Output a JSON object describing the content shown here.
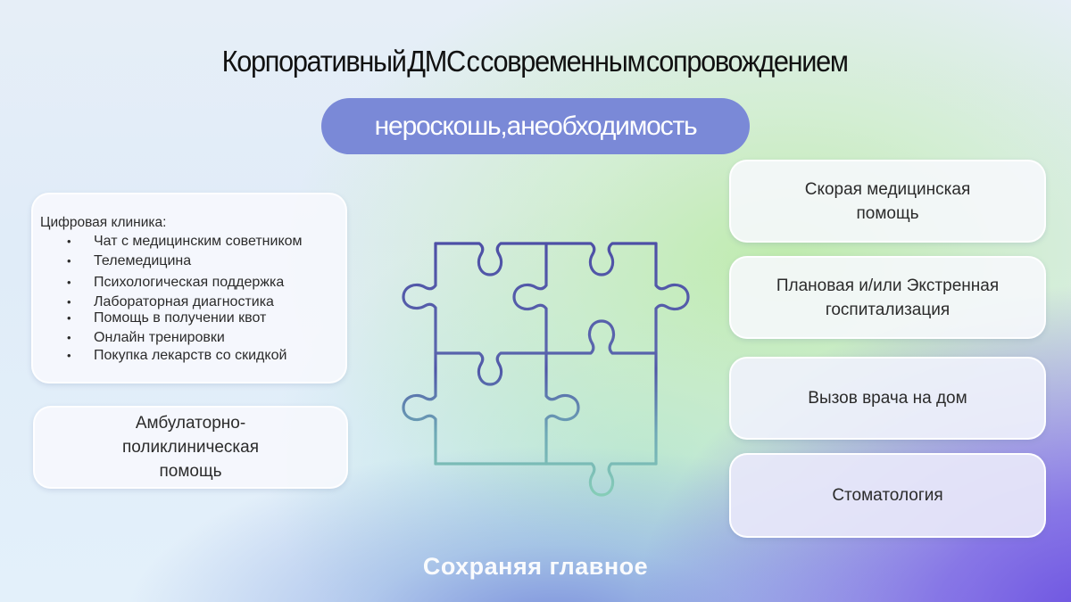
{
  "slide": {
    "title": "Корпоративный ДМС с современным сопровождением",
    "subtitle_pill": "не роскошь, а необходимость",
    "footer": "Сохраняя главное",
    "colors": {
      "pill": "#7a89d7",
      "puzzle_stroke_top": "#5257a8",
      "puzzle_stroke_bottom": "#7cc3b4",
      "background_accent_green": "#c6ecb4",
      "background_accent_purple": "#6a4fe0",
      "card_fill": "#f7f8fd"
    }
  },
  "left": {
    "digital_clinic": {
      "heading": "Цифровая клиника:",
      "bullet": "•",
      "items": [
        "Чат с медицинским советником",
        "Телемедицина",
        "Психологическая поддержка",
        "Лабораторная диагностика",
        "Помощь  в получении квот",
        "Онлайн тренировки",
        "Покупка лекарств со скидкой"
      ]
    },
    "ambulatory": {
      "line1": "Амбулаторно-",
      "line2": "поликлиническая",
      "line3": "помощь"
    }
  },
  "center": {
    "icon": "puzzle-icon",
    "pieces": 4
  },
  "right": {
    "cards": [
      {
        "line1": "Скорая медицинская",
        "line2": "помощь"
      },
      {
        "line1": "Плановая и/или Экстренная",
        "line2": "госпитализация"
      },
      {
        "line1": "Вызов врача на дом"
      },
      {
        "line1": "Стоматология"
      }
    ]
  }
}
